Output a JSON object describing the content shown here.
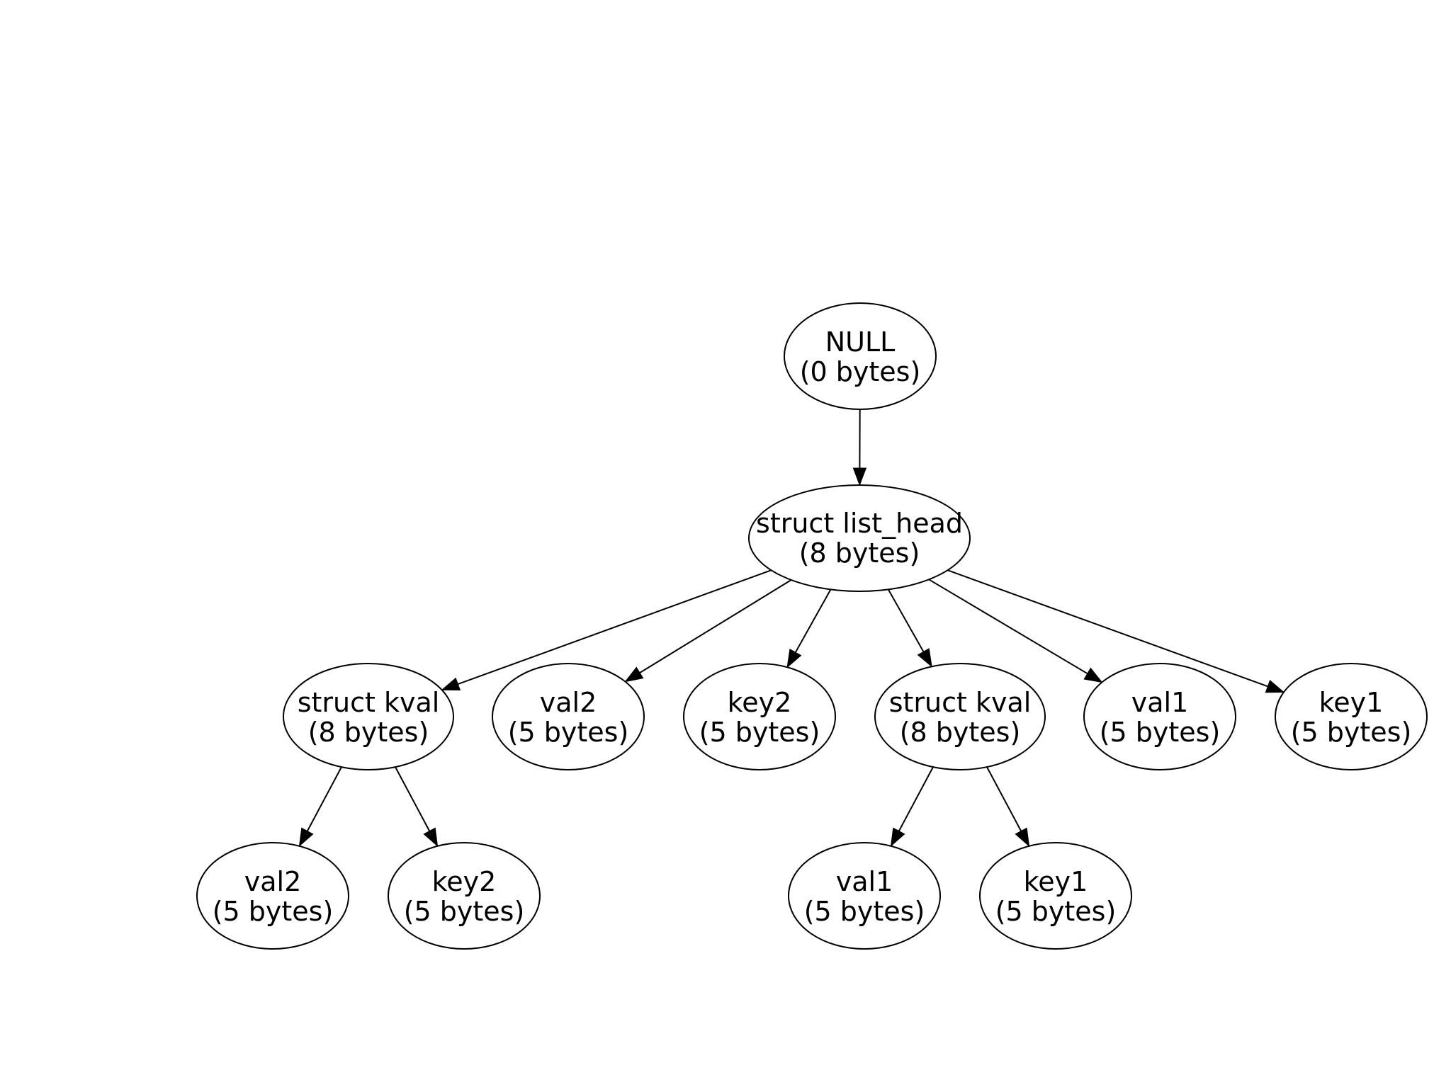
{
  "diagram": {
    "nodes": [
      {
        "id": "null",
        "name": "NULL",
        "size": "(0 bytes)"
      },
      {
        "id": "list_head",
        "name": "struct list_head",
        "size": "(8 bytes)"
      },
      {
        "id": "kval_a",
        "name": "struct kval",
        "size": "(8 bytes)"
      },
      {
        "id": "val2_mid",
        "name": "val2",
        "size": "(5 bytes)"
      },
      {
        "id": "key2_mid",
        "name": "key2",
        "size": "(5 bytes)"
      },
      {
        "id": "kval_b",
        "name": "struct kval",
        "size": "(8 bytes)"
      },
      {
        "id": "val1_mid",
        "name": "val1",
        "size": "(5 bytes)"
      },
      {
        "id": "key1_mid",
        "name": "key1",
        "size": "(5 bytes)"
      },
      {
        "id": "val2_low",
        "name": "val2",
        "size": "(5 bytes)"
      },
      {
        "id": "key2_low",
        "name": "key2",
        "size": "(5 bytes)"
      },
      {
        "id": "val1_low",
        "name": "val1",
        "size": "(5 bytes)"
      },
      {
        "id": "key1_low",
        "name": "key1",
        "size": "(5 bytes)"
      }
    ],
    "edges": [
      {
        "from": "null",
        "to": "list_head"
      },
      {
        "from": "list_head",
        "to": "kval_a"
      },
      {
        "from": "list_head",
        "to": "val2_mid"
      },
      {
        "from": "list_head",
        "to": "key2_mid"
      },
      {
        "from": "list_head",
        "to": "kval_b"
      },
      {
        "from": "list_head",
        "to": "val1_mid"
      },
      {
        "from": "list_head",
        "to": "key1_mid"
      },
      {
        "from": "kval_a",
        "to": "val2_low"
      },
      {
        "from": "kval_a",
        "to": "key2_low"
      },
      {
        "from": "kval_b",
        "to": "val1_low"
      },
      {
        "from": "kval_b",
        "to": "key1_low"
      }
    ]
  }
}
